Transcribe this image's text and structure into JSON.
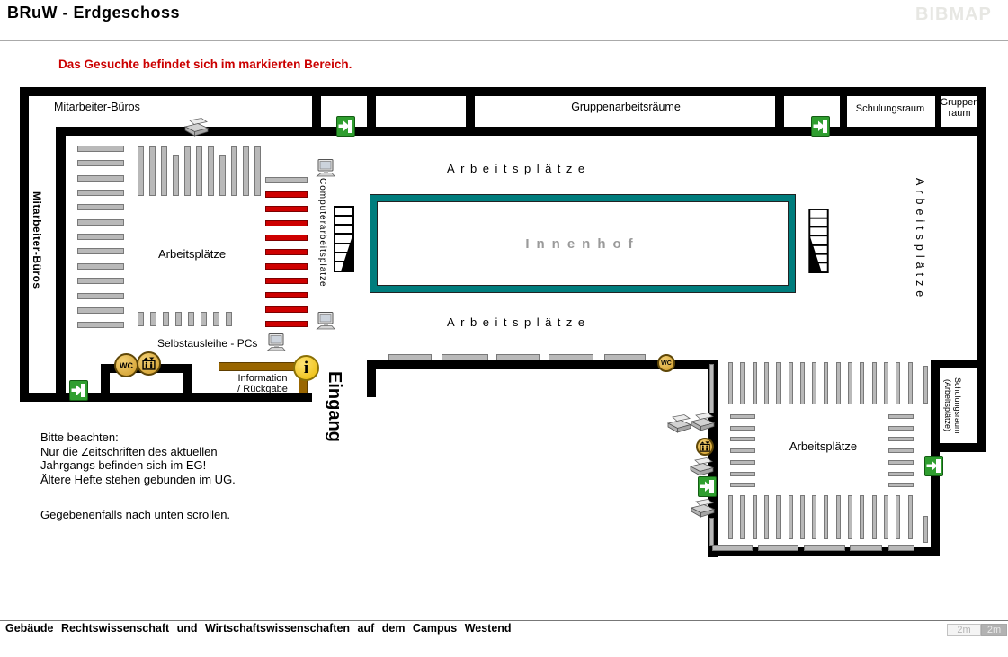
{
  "page": {
    "title": "BRuW - Erdgeschoss",
    "logo": "BIBMAP",
    "instruction": "Das Gesuchte befindet sich im markierten Bereich.",
    "footer": "Gebäude Rechtswissenschaft und Wirtschaftswissenschaften auf dem Campus Westend",
    "scale": {
      "left": "2m",
      "right": "2m"
    }
  },
  "rooms": {
    "mitarbeiter_bueros": "Mitarbeiter-Büros",
    "gruppenarbeitsraeume": "Gruppenarbeitsräume",
    "schulungsraum": "Schulungsraum",
    "gruppenraum": {
      "line1": "Gruppen",
      "line2": "raum"
    },
    "schulungsraum_arbeitsplaetze": {
      "line1": "Schulungsraum",
      "line2": "(Arbeitsplätze)"
    }
  },
  "labels": {
    "mitarbeiter_bueros_wing": "Mitarbeiter-Büros",
    "arbeitsplaetze_nw": "Arbeitsplätze",
    "computerarbeitsplaetze": "Computerarbeitsplätze",
    "arbeitsplaetze_court_top": "Arbeitsplätze",
    "innenhof": "Innenhof",
    "arbeitsplaetze_court_bottom": "Arbeitsplätze",
    "arbeitsplaetze_east": "Arbeitsplätze",
    "arbeitsplaetze_se": "Arbeitsplätze",
    "selbstausleihe": "Selbstausleihe  -  PCs",
    "information": {
      "line1": "Information",
      "line2": "/ Rückgabe"
    },
    "information_glyph": "i",
    "eingang": "Eingang",
    "wc": "WC"
  },
  "notes": {
    "line1": "Bitte beachten:",
    "line2": "Nur die Zeitschriften des aktuellen",
    "line3": "Jahrgangs befinden sich im EG!",
    "line4": "Ältere Hefte stehen gebunden im UG.",
    "scroll": "Gegebenenfalls nach unten scrollen."
  },
  "icons": [
    "exit-icon",
    "wc-icon",
    "elevator-icon",
    "printer-icon",
    "computer-icon",
    "info-icon",
    "stairs-icon"
  ],
  "colors": {
    "marked_area": "#ce0000",
    "shelf": "#b9b9b9",
    "wall": "#000000",
    "courtyard_border": "#007d7d",
    "counter": "#996600",
    "exit_green": "#2f9e2f",
    "icon_gold": "#dfa93c",
    "info_yellow": "#f2c712"
  }
}
